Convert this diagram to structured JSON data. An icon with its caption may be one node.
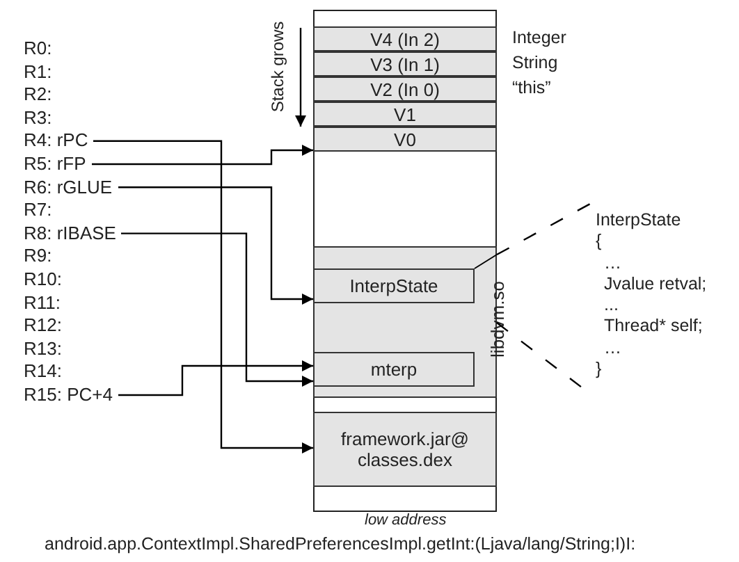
{
  "diagram": {
    "caption": "android.app.ContextImpl.SharedPreferencesImpl.getInt:(Ljava/lang/String;I)I:",
    "nodes": [
      {
        "text": [],
        "shape": "box"
      },
      {
        "text": [
          "V4 (In 2)"
        ],
        "in": 0,
        "beside": [
          "Integer"
        ]
      },
      {
        "text": [
          "V3 (In 1)"
        ],
        "in": 0,
        "beside": [
          "String"
        ]
      },
      {
        "text": [
          "V2 (In 0)"
        ],
        "in": 0,
        "beside": [
          "“this”"
        ]
      },
      {
        "text": [
          "V1"
        ],
        "in": 0
      },
      {
        "text": [
          "V0"
        ],
        "in": 0
      },
      {
        "text": [
          "libdvm.so"
        ],
        "in": 0
      },
      {
        "text": [
          "InterpState"
        ],
        "in": 6
      },
      {
        "text": [
          "mterp"
        ],
        "in": 6
      },
      {
        "text": [
          "framework.jar@ classes.dex"
        ],
        "in": 0
      },
      {
        "text": [
          "R4: rPC"
        ]
      },
      {
        "text": [
          "R5: rFP"
        ]
      },
      {
        "text": [
          "R6: rGLUE"
        ]
      },
      {
        "text": [
          "R8: rIBASE"
        ]
      },
      {
        "text": [
          "R15: PC+4"
        ]
      },
      {
        "text": [
          "InterpState",
          "{",
          "…",
          "Jvalue retval;",
          "...",
          "Thread* self;",
          "…",
          "}"
        ]
      }
    ],
    "edges": [
      {
        "from": 10,
        "to": 9,
        "arrow": "to"
      },
      {
        "from": 11,
        "to": 5,
        "arrow": "to"
      },
      {
        "from": 12,
        "to": 7,
        "arrow": "to"
      },
      {
        "from": 13,
        "to": 8,
        "arrow": "to"
      },
      {
        "from": 14,
        "to": 8,
        "arrow": "to"
      },
      {
        "from": 6,
        "to": 15,
        "arrow": "none",
        "style": "dashed"
      },
      {
        "from": 6,
        "to": 15,
        "arrow": "none",
        "style": "dashed"
      }
    ],
    "labels": [
      "Stack grows",
      "R0:",
      "R1:",
      "R2:",
      "R3:",
      "R7:",
      "R9:",
      "R10:",
      "R11:",
      "R12:",
      "R13:",
      "R14:",
      "low address"
    ]
  }
}
